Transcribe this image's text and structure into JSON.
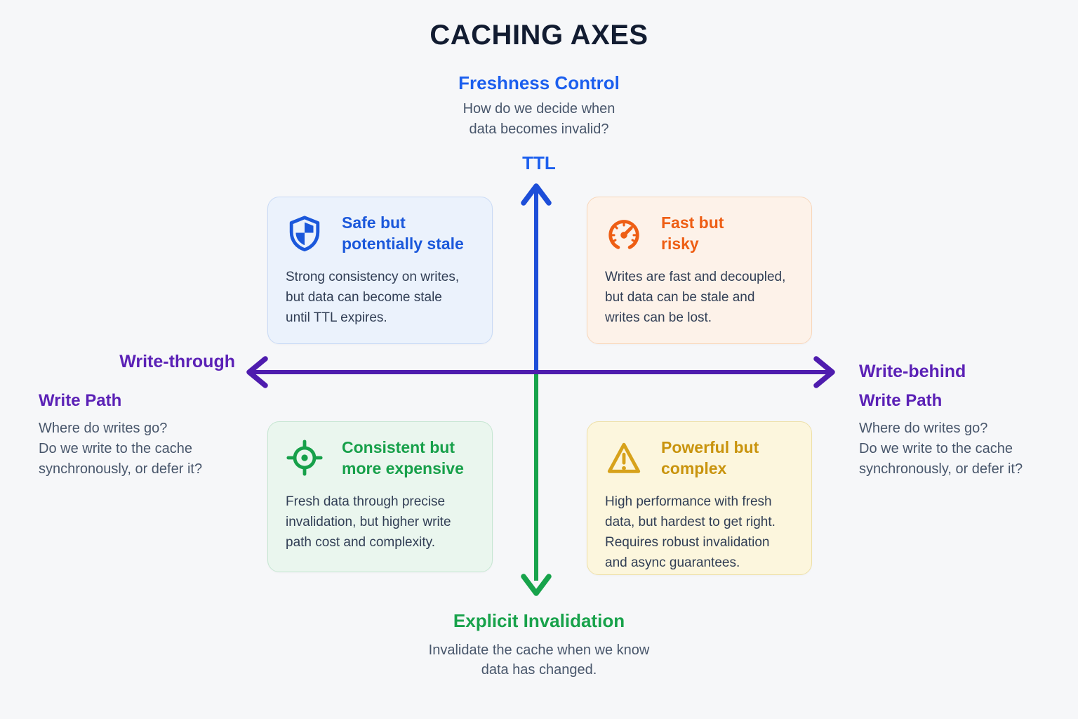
{
  "page": {
    "title": "CACHING AXES",
    "background_color": "#f6f7f9",
    "title_color": "#121c31"
  },
  "vertical_axis": {
    "top": {
      "label": "Freshness Control",
      "description_lines": [
        "How do we decide when",
        "data becomes invalid?"
      ],
      "pole": "TTL",
      "label_color": "#1c5fee",
      "arrow_color": "#1d4ed8"
    },
    "bottom": {
      "pole": "Explicit Invalidation",
      "description_lines": [
        "Invalidate the cache when we know",
        "data has changed."
      ],
      "label_color": "#18a24b",
      "arrow_color": "#17a34b"
    }
  },
  "horizontal_axis": {
    "arrow_color": "#4e1cae",
    "label_color": "#5b21b6",
    "left_pole": "Write-through",
    "right_pole": "Write-behind",
    "left": {
      "name": "Write Path",
      "description_lines": [
        "Where do writes go?",
        "Do we write to the cache",
        "synchronously, or defer it?"
      ]
    },
    "right": {
      "name": "Write Path",
      "description_lines": [
        "Where do writes go?",
        "Do we write to the cache",
        "synchronously, or defer it?"
      ]
    }
  },
  "quadrants": [
    {
      "id": "safe-but-stale",
      "icon": "shield-icon",
      "title_lines": [
        "Safe but",
        "potentially stale"
      ],
      "body_lines": [
        "Strong consistency on writes,",
        "but data can become stale",
        "until TTL expires."
      ],
      "accent_color": "#1b58db",
      "bg_color": "#ebf2fc",
      "border_color": "#c9daf5"
    },
    {
      "id": "fast-but-risky",
      "icon": "gauge-icon",
      "title_lines": [
        "Fast but",
        "risky"
      ],
      "body_lines": [
        "Writes are fast and decoupled,",
        "but data can be stale and",
        "writes can be lost."
      ],
      "accent_color": "#ee5e14",
      "bg_color": "#fdf2e9",
      "border_color": "#f8d7bb"
    },
    {
      "id": "consistent-but-expensive",
      "icon": "target-icon",
      "title_lines": [
        "Consistent but",
        "more expensive"
      ],
      "body_lines": [
        "Fresh data through precise",
        "invalidation, but higher write",
        "path cost and complexity."
      ],
      "accent_color": "#17a04a",
      "bg_color": "#eaf6ee",
      "border_color": "#c6e6d2"
    },
    {
      "id": "powerful-but-complex",
      "icon": "warning-icon",
      "title_lines": [
        "Powerful but",
        "complex"
      ],
      "body_lines": [
        "High performance with fresh",
        "data, but hardest to get right.",
        "Requires robust invalidation",
        "and async guarantees."
      ],
      "accent_color": "#c9940e",
      "bg_color": "#fcf6dd",
      "border_color": "#eee0a8"
    }
  ],
  "text_colors": {
    "card_body": "#313e55",
    "muted": "#48566b"
  }
}
